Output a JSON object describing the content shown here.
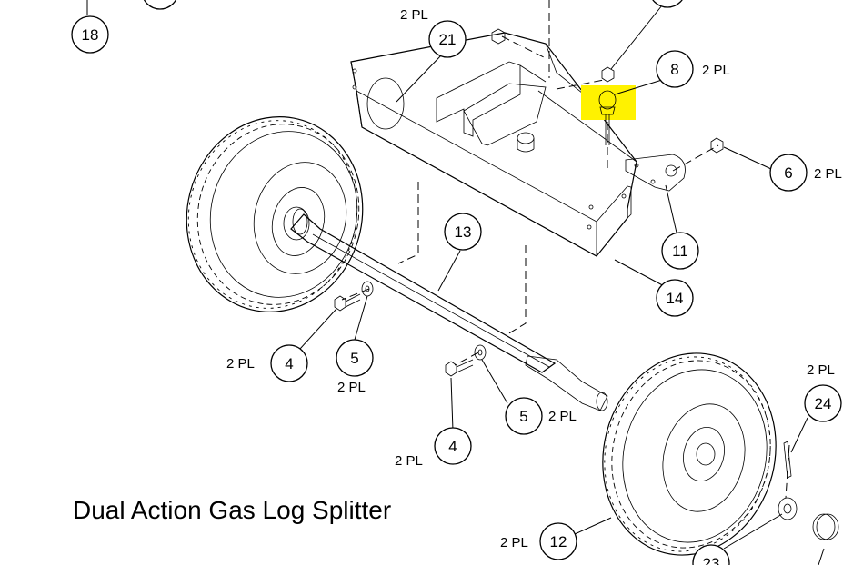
{
  "title": "Dual Action Gas Log Splitter",
  "highlight_color": "#FFF200",
  "callouts": {
    "c18": "18",
    "c21": "21",
    "c8": "8",
    "c6": "6",
    "c11": "11",
    "c14": "14",
    "c13": "13",
    "c4a": "4",
    "c5a": "5",
    "c4b": "4",
    "c5b": "5",
    "c24": "24",
    "c12": "12",
    "c23": "23"
  },
  "quantity_notes": {
    "pl_top": "2 PL",
    "pl_8": "2 PL",
    "pl_6": "2 PL",
    "pl_4a": "2 PL",
    "pl_5a": "2 PL",
    "pl_5b": "2 PL",
    "pl_4b": "2 PL",
    "pl_24": "2 PL",
    "pl_12": "2 PL"
  }
}
